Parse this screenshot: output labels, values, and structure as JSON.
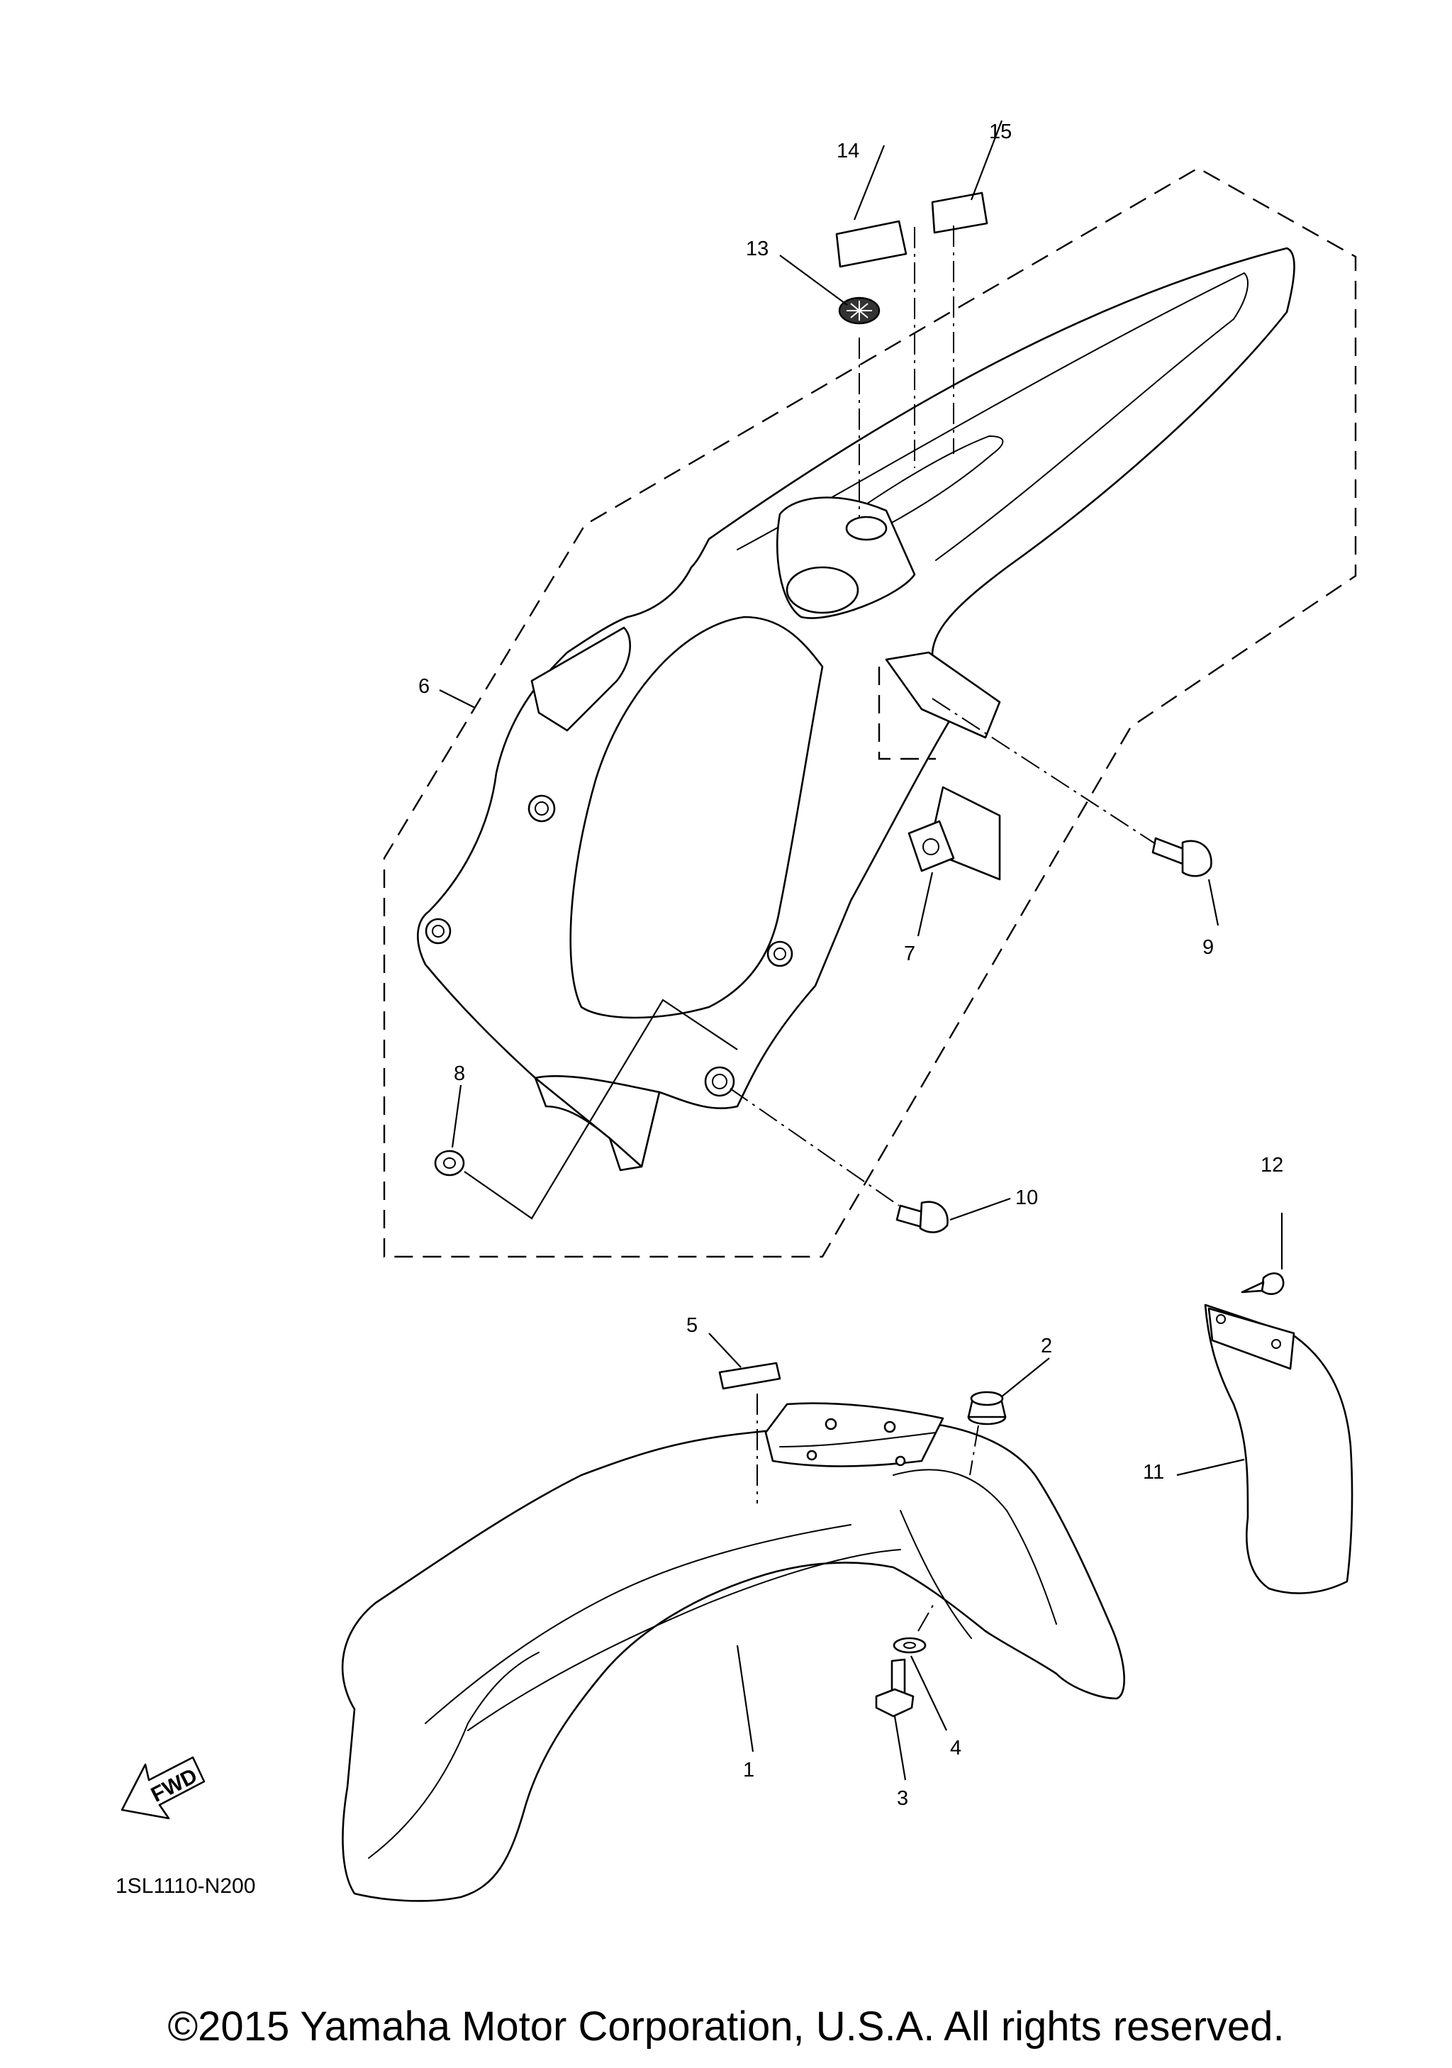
{
  "diagram": {
    "part_callouts": [
      "1",
      "2",
      "3",
      "4",
      "5",
      "6",
      "7",
      "8",
      "9",
      "10",
      "11",
      "12",
      "13",
      "14",
      "15"
    ],
    "diagram_code": "1SL1110-N200",
    "fwd_arrow_label": "FWD",
    "copyright": "©2015 Yamaha Motor Corporation, U.S.A. All rights reserved."
  }
}
